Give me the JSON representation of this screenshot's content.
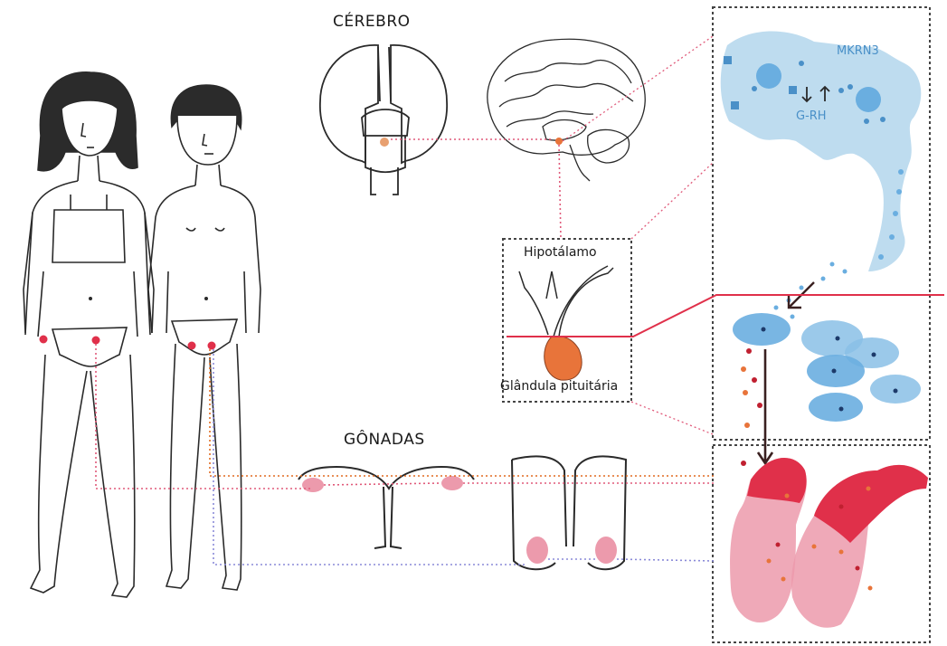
{
  "labels": {
    "brain": "CÉREBRO",
    "gonads": "GÔNADAS",
    "hypothalamus": "Hipotálamo",
    "pituitary": "Glândula pituitária"
  },
  "cell_annotations": {
    "gene": "MKRN3",
    "hormone": "G-RH"
  },
  "colors": {
    "outline": "#2a2a2a",
    "link_red": "#e05a7a",
    "link_orange": "#e06a20",
    "link_purple": "#8a8ad8",
    "neuron_blue": "#a8d0ea",
    "cell_blue": "#6aaee0",
    "tissue_red": "#e0304a",
    "tissue_pink": "#ec9aac",
    "pituitary_orange": "#e8743a"
  }
}
